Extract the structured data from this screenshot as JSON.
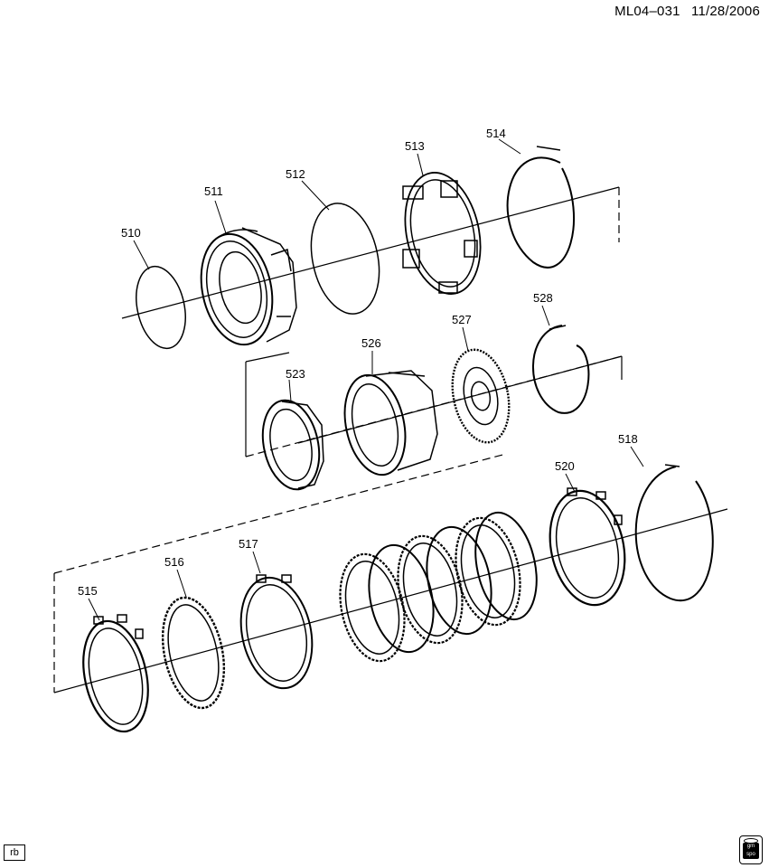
{
  "header": {
    "drawing_id": "ML04–031",
    "date": "11/28/2006"
  },
  "callouts": {
    "c510": "510",
    "c511": "511",
    "c512": "512",
    "c513": "513",
    "c514": "514",
    "c523": "523",
    "c526": "526",
    "c527": "527",
    "c528": "528",
    "c515": "515",
    "c516": "516",
    "c517": "517",
    "c520": "520",
    "c518": "518"
  },
  "footer": {
    "tag": "rb",
    "logo_text": "gm spo"
  }
}
